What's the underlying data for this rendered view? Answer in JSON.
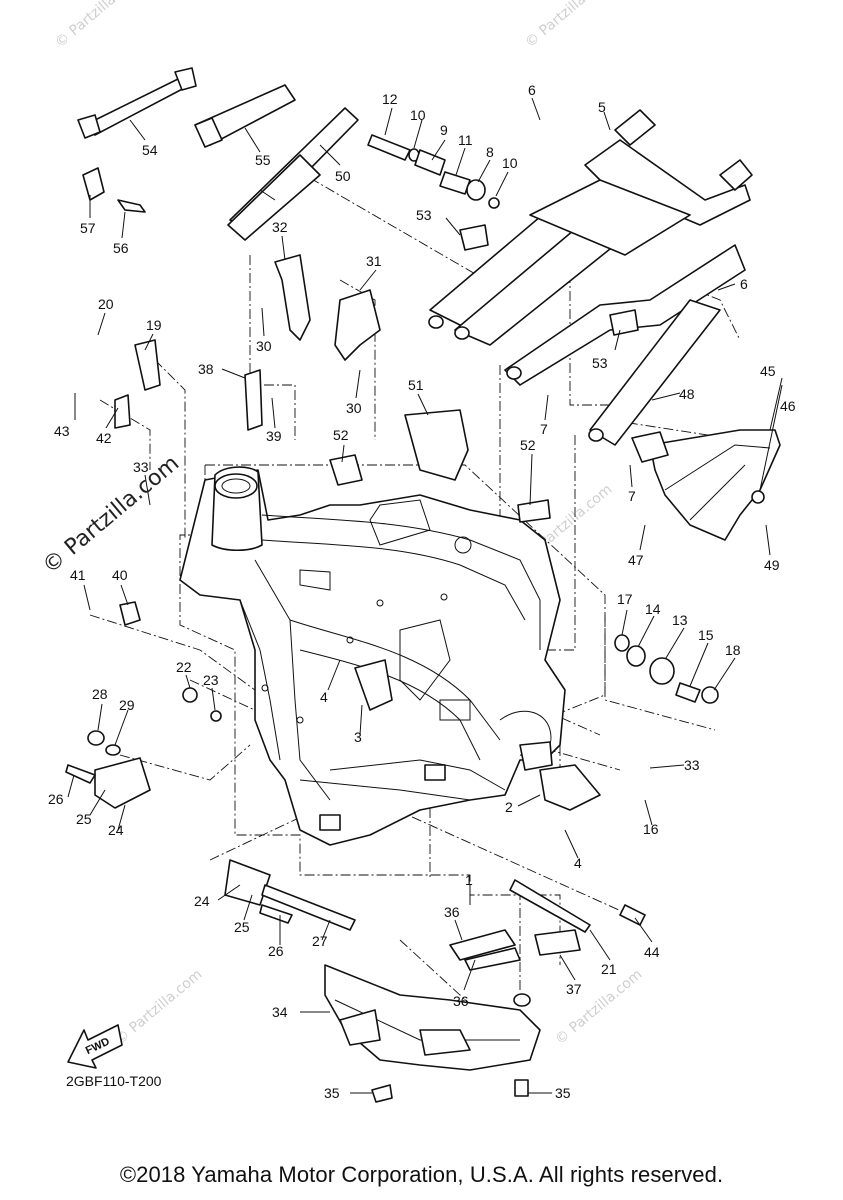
{
  "diagram": {
    "code": "2GBF110-T200",
    "fwd_label": "FWD",
    "copyright": "©2018 Yamaha Motor Corporation, U.S.A. All rights reserved.",
    "watermark": "© Partzilla.com",
    "watermark_faint": "© Partzilla.com",
    "callouts": [
      {
        "id": "c54",
        "label": "54"
      },
      {
        "id": "c55",
        "label": "55"
      },
      {
        "id": "c50",
        "label": "50"
      },
      {
        "id": "c57",
        "label": "57"
      },
      {
        "id": "c56",
        "label": "56"
      },
      {
        "id": "c12",
        "label": "12"
      },
      {
        "id": "c10a",
        "label": "10"
      },
      {
        "id": "c9",
        "label": "9"
      },
      {
        "id": "c11",
        "label": "11"
      },
      {
        "id": "c8",
        "label": "8"
      },
      {
        "id": "c10b",
        "label": "10"
      },
      {
        "id": "c6a",
        "label": "6"
      },
      {
        "id": "c5",
        "label": "5"
      },
      {
        "id": "c6b",
        "label": "6"
      },
      {
        "id": "c53a",
        "label": "53"
      },
      {
        "id": "c53b",
        "label": "53"
      },
      {
        "id": "c32",
        "label": "32"
      },
      {
        "id": "c31",
        "label": "31"
      },
      {
        "id": "c30a",
        "label": "30"
      },
      {
        "id": "c30b",
        "label": "30"
      },
      {
        "id": "c20",
        "label": "20"
      },
      {
        "id": "c19",
        "label": "19"
      },
      {
        "id": "c38",
        "label": "38"
      },
      {
        "id": "c39",
        "label": "39"
      },
      {
        "id": "c43",
        "label": "43"
      },
      {
        "id": "c42",
        "label": "42"
      },
      {
        "id": "c33a",
        "label": "33"
      },
      {
        "id": "c51",
        "label": "51"
      },
      {
        "id": "c52a",
        "label": "52"
      },
      {
        "id": "c52b",
        "label": "52"
      },
      {
        "id": "c48",
        "label": "48"
      },
      {
        "id": "c45",
        "label": "45"
      },
      {
        "id": "c46",
        "label": "46"
      },
      {
        "id": "c7a",
        "label": "7"
      },
      {
        "id": "c7b",
        "label": "7"
      },
      {
        "id": "c47",
        "label": "47"
      },
      {
        "id": "c49",
        "label": "49"
      },
      {
        "id": "c41",
        "label": "41"
      },
      {
        "id": "c40",
        "label": "40"
      },
      {
        "id": "c17",
        "label": "17"
      },
      {
        "id": "c14",
        "label": "14"
      },
      {
        "id": "c13",
        "label": "13"
      },
      {
        "id": "c15",
        "label": "15"
      },
      {
        "id": "c18",
        "label": "18"
      },
      {
        "id": "c22",
        "label": "22"
      },
      {
        "id": "c23",
        "label": "23"
      },
      {
        "id": "c4a",
        "label": "4"
      },
      {
        "id": "c3",
        "label": "3"
      },
      {
        "id": "c28",
        "label": "28"
      },
      {
        "id": "c29",
        "label": "29"
      },
      {
        "id": "c26a",
        "label": "26"
      },
      {
        "id": "c25a",
        "label": "25"
      },
      {
        "id": "c24a",
        "label": "24"
      },
      {
        "id": "c33b",
        "label": "33"
      },
      {
        "id": "c16",
        "label": "16"
      },
      {
        "id": "c2",
        "label": "2"
      },
      {
        "id": "c4b",
        "label": "4"
      },
      {
        "id": "c1",
        "label": "1"
      },
      {
        "id": "c24b",
        "label": "24"
      },
      {
        "id": "c25b",
        "label": "25"
      },
      {
        "id": "c26b",
        "label": "26"
      },
      {
        "id": "c27",
        "label": "27"
      },
      {
        "id": "c36a",
        "label": "36"
      },
      {
        "id": "c36b",
        "label": "36"
      },
      {
        "id": "c37",
        "label": "37"
      },
      {
        "id": "c21",
        "label": "21"
      },
      {
        "id": "c44",
        "label": "44"
      },
      {
        "id": "c34",
        "label": "34"
      },
      {
        "id": "c35a",
        "label": "35"
      },
      {
        "id": "c35b",
        "label": "35"
      }
    ]
  }
}
